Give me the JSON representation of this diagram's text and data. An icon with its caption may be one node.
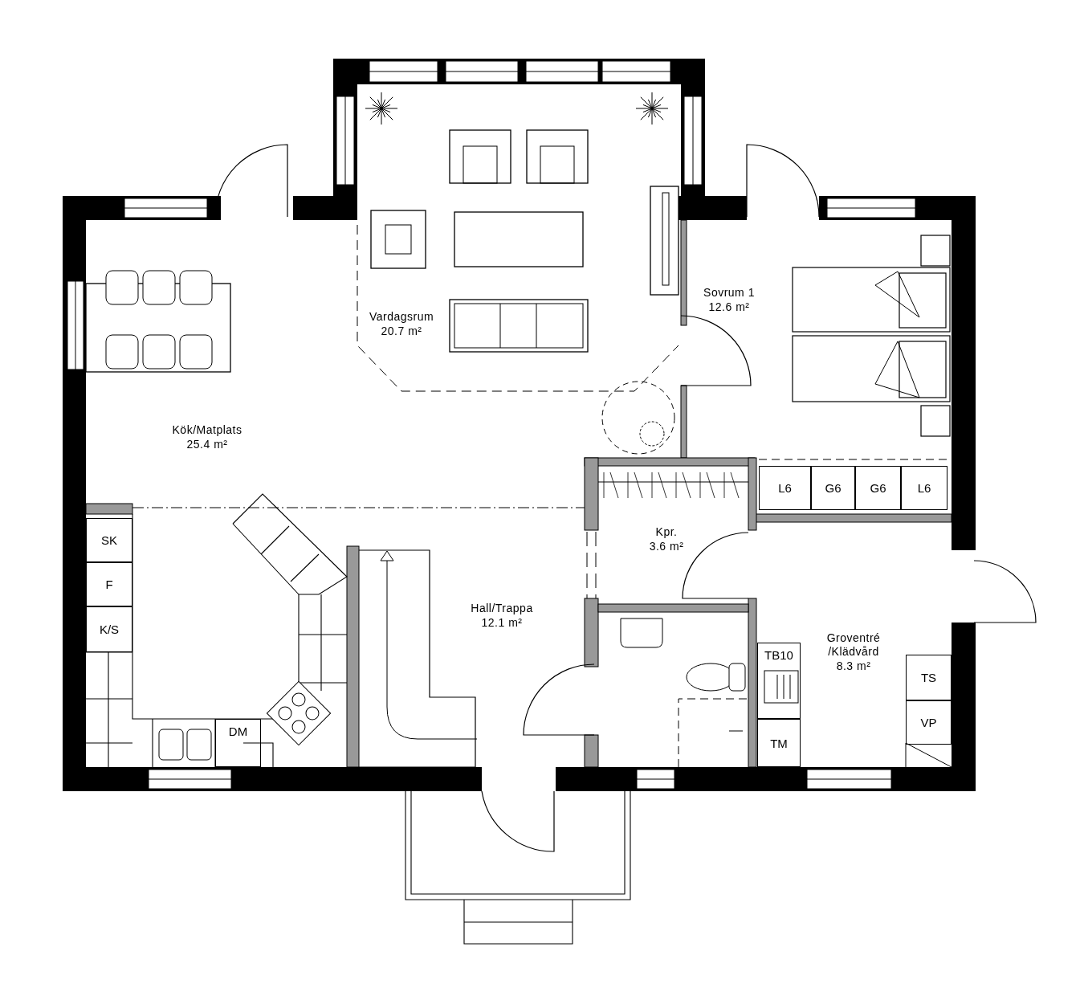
{
  "diagram": {
    "nodes": [
      {
        "text": [
          "SK"
        ]
      },
      {
        "text": [
          "F"
        ]
      },
      {
        "text": [
          "K/S"
        ]
      },
      {
        "text": [
          "DM"
        ]
      },
      {
        "text": [
          "L6"
        ]
      },
      {
        "text": [
          "G6"
        ]
      },
      {
        "text": [
          "G6"
        ]
      },
      {
        "text": [
          "L6"
        ]
      },
      {
        "text": [
          "TB10"
        ]
      },
      {
        "text": [
          "TM"
        ]
      },
      {
        "text": [
          "TS"
        ]
      },
      {
        "text": [
          "VP"
        ]
      }
    ],
    "labels": [
      "Vardagsrum",
      "20.7 m²",
      "Sovrum 1",
      "12.6 m²",
      "Kök/Matplats",
      "25.4 m²",
      "Kpr.",
      "3.6 m²",
      "Hall/Trappa",
      "12.1 m²",
      "Groventré /Klädvård",
      "8.3 m²"
    ]
  }
}
